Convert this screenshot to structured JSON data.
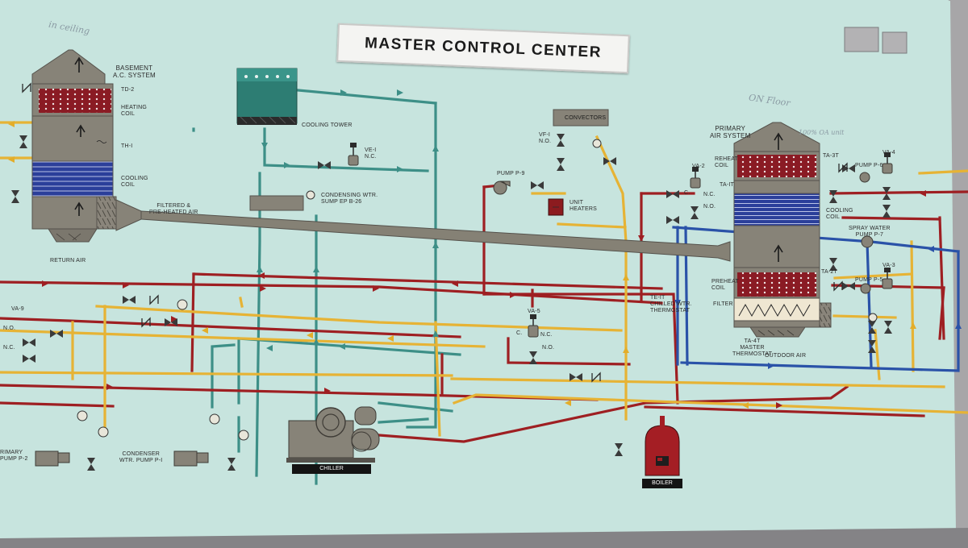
{
  "title": "MASTER CONTROL CENTER",
  "handwriting": {
    "top_left": "in ceiling",
    "on_floor": "ON Floor",
    "oa_unit": "100% OA unit"
  },
  "left_unit": {
    "heading": "BASEMENT\nA.C. SYSTEM",
    "damper": "TD-2",
    "heating_coil": "HEATING\nCOIL",
    "thermostat": "TH-I",
    "cooling_coil": "COOLING\nCOIL",
    "return_air": "RETURN AIR",
    "filtered_air": "FILTERED &\nPRE-HEATED AIR"
  },
  "cooling_tower": {
    "label": "COOLING TOWER",
    "valve": "VE-I\nN.C.",
    "sump": "CONDENSING WTR.\nSUMP EP B-26"
  },
  "convectors": {
    "label": "CONVECTORS",
    "valve": "VF-I\nN.O.",
    "pump": "PUMP P-9",
    "heaters": "UNIT\nHEATERS"
  },
  "primary_unit": {
    "heading": "PRIMARY\nAIR SYSTEM",
    "reheat": "REHEAT\nCOIL",
    "cooling": "COOLING\nCOIL",
    "preheat": "PREHEAT\nCOIL",
    "filter": "FILTER",
    "ta3t": "TA-3T",
    "ta1t": "TA-IT",
    "ta2t": "TA-2T",
    "master_thermostat": "TA-4T\nMASTER\nTHERMOSTAT",
    "outdoor_air": "OUTDOOR AIR",
    "va2": "VA-2",
    "va4": "VA-4",
    "va3": "VA-3",
    "pump6": "PUMP P-6",
    "pump5": "PUMP P-5",
    "spray_pump": "SPRAY WATER\nPUMP P-7"
  },
  "center": {
    "te1t": "TE-IT\nCHILLED WTR.\nTHERMOSTAT",
    "va5": "VA-5",
    "c": "C.",
    "nc": "N.C.",
    "no": "N.O."
  },
  "bottom": {
    "chiller": "CHILLER",
    "boiler": "BOILER",
    "condenser_pump": "CONDENSER\nWTR. PUMP P-I",
    "primary_pump": "RIMARY\nPUMP P-2",
    "va9": "VA-9"
  },
  "colors": {
    "board": "#c6e3dd",
    "hot_water": "#9e1f22",
    "condenser_water": "#3d8f87",
    "warm_line": "#e8b93a",
    "spray_line": "#2a52a8",
    "duct": "#878378",
    "frame": "#8d8d8f"
  }
}
